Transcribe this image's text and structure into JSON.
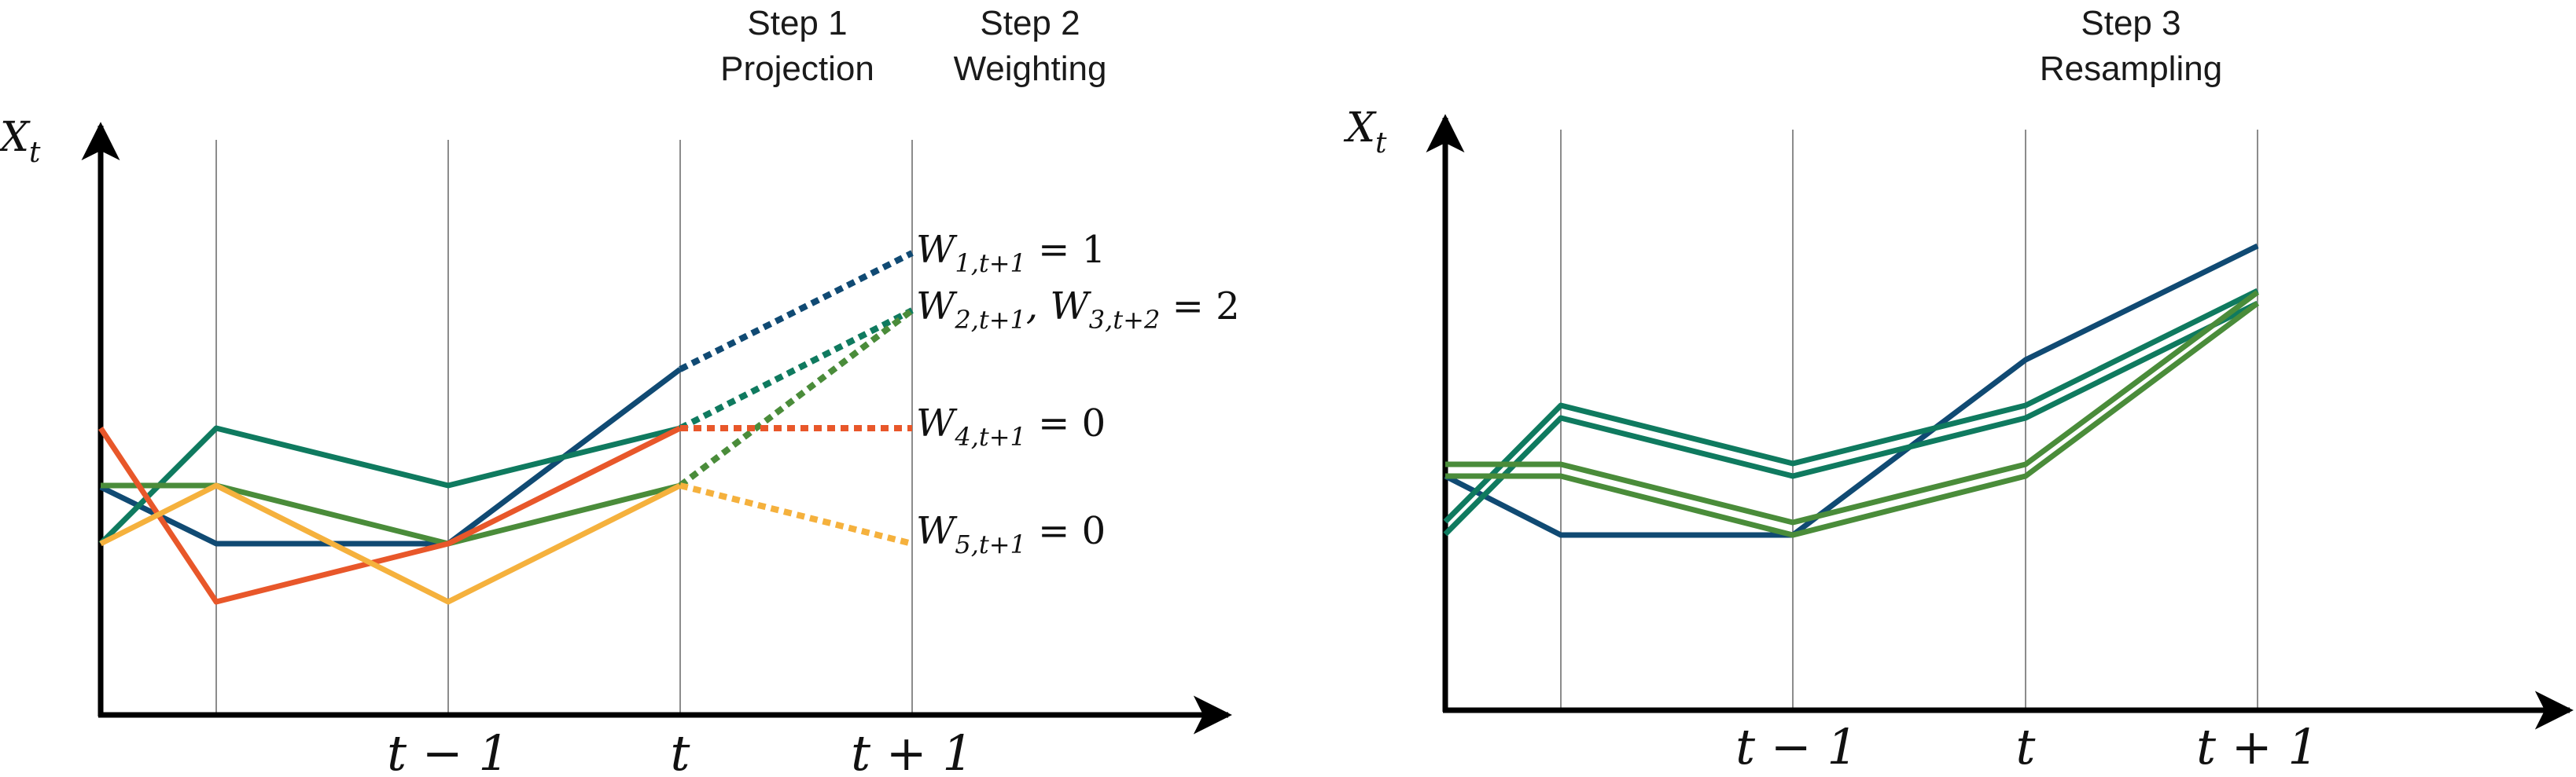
{
  "colors": {
    "navy": "#104a73",
    "teal": "#0f7a5f",
    "green": "#4a8c3a",
    "orange": "#e8572a",
    "yellow": "#f5b13d",
    "axis": "#000000",
    "grid": "#8c8c8c"
  },
  "left_panel": {
    "y_axis_label": "X",
    "y_axis_sub": "t",
    "x_ticks": [
      {
        "label": "t − 1"
      },
      {
        "label": "t"
      },
      {
        "label": "t + 1"
      }
    ],
    "steps": [
      {
        "title": "Step 1",
        "subtitle": "Projection"
      },
      {
        "title": "Step 2",
        "subtitle": "Weighting"
      }
    ],
    "weights": [
      {
        "main": "W",
        "sub": "1,t+1",
        "rest": " = 1"
      },
      {
        "main": "W",
        "sub": "2,t+1",
        "mid": ", W",
        "sub2": "3,t+2",
        "rest": " = 2"
      },
      {
        "main": "W",
        "sub": "4,t+1",
        "rest": " = 0"
      },
      {
        "main": "W",
        "sub": "5,t+1",
        "rest": " = 0"
      }
    ]
  },
  "right_panel": {
    "y_axis_label": "X",
    "y_axis_sub": "t",
    "x_ticks": [
      {
        "label": "t − 1"
      },
      {
        "label": "t"
      },
      {
        "label": "t + 1"
      }
    ],
    "steps": [
      {
        "title": "Step 3",
        "subtitle": "Resampling"
      }
    ]
  },
  "chart_data": [
    {
      "type": "line",
      "panel": "left",
      "x": [
        0,
        1,
        2,
        3,
        4
      ],
      "ylim": [
        0,
        10
      ],
      "series": [
        {
          "color": "navy",
          "values": [
            4.0,
            3.0,
            3.0,
            6.0,
            null
          ],
          "projection": [
            6.0,
            8.0
          ]
        },
        {
          "color": "teal",
          "values": [
            3.0,
            5.0,
            4.0,
            5.0,
            null
          ],
          "projection": [
            5.0,
            7.0
          ]
        },
        {
          "color": "green",
          "values": [
            4.0,
            4.0,
            3.0,
            4.0,
            null
          ],
          "projection": [
            4.0,
            7.0
          ]
        },
        {
          "color": "orange",
          "values": [
            5.0,
            2.0,
            3.0,
            5.0,
            null
          ],
          "projection": [
            5.0,
            5.0
          ]
        },
        {
          "color": "yellow",
          "values": [
            3.0,
            4.0,
            2.0,
            4.0,
            null
          ],
          "projection": [
            4.0,
            3.0
          ]
        }
      ]
    },
    {
      "type": "line",
      "panel": "right",
      "x": [
        0,
        1,
        2,
        3,
        4
      ],
      "ylim": [
        0,
        10
      ],
      "series": [
        {
          "color": "navy",
          "values": [
            4.0,
            3.0,
            3.0,
            6.0,
            8.0
          ]
        },
        {
          "color": "teal",
          "values": [
            3.0,
            5.0,
            4.0,
            5.0,
            7.0
          ]
        },
        {
          "color": "teal",
          "values": [
            3.2,
            5.2,
            4.2,
            5.2,
            7.2
          ]
        },
        {
          "color": "green",
          "values": [
            4.0,
            4.0,
            3.0,
            4.0,
            7.0
          ]
        },
        {
          "color": "green",
          "values": [
            4.2,
            4.2,
            3.2,
            4.2,
            7.2
          ]
        }
      ]
    }
  ]
}
